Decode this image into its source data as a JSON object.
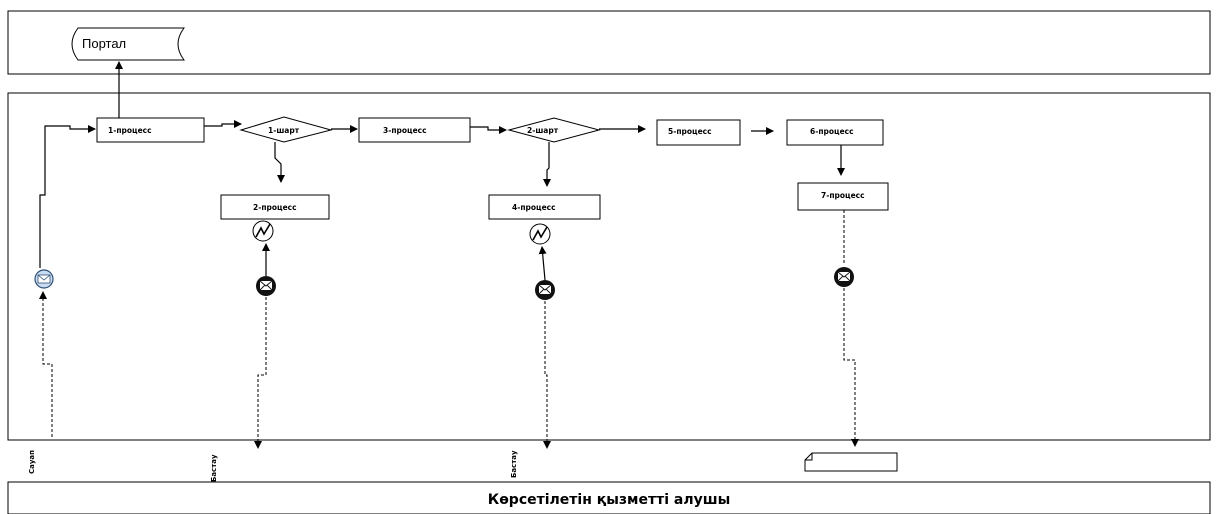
{
  "lanes": {
    "portal_label": "Портал",
    "recipient_label": "Көрсетілетін қызметті алушы"
  },
  "nodes": {
    "p1": "1-процесс",
    "c1": "1-шарт",
    "p2": "2-процесс",
    "p3": "3-процесс",
    "c2": "2-шарт",
    "p4": "4-процесс",
    "p5": "5-процесс",
    "p6": "6-процесс",
    "p7": "7-процесс"
  },
  "signals": {
    "request": "Сауап",
    "start1": "Бастау",
    "start2": "Бастау"
  },
  "icons": {
    "envelope": "envelope-icon",
    "signature": "signature-icon"
  }
}
